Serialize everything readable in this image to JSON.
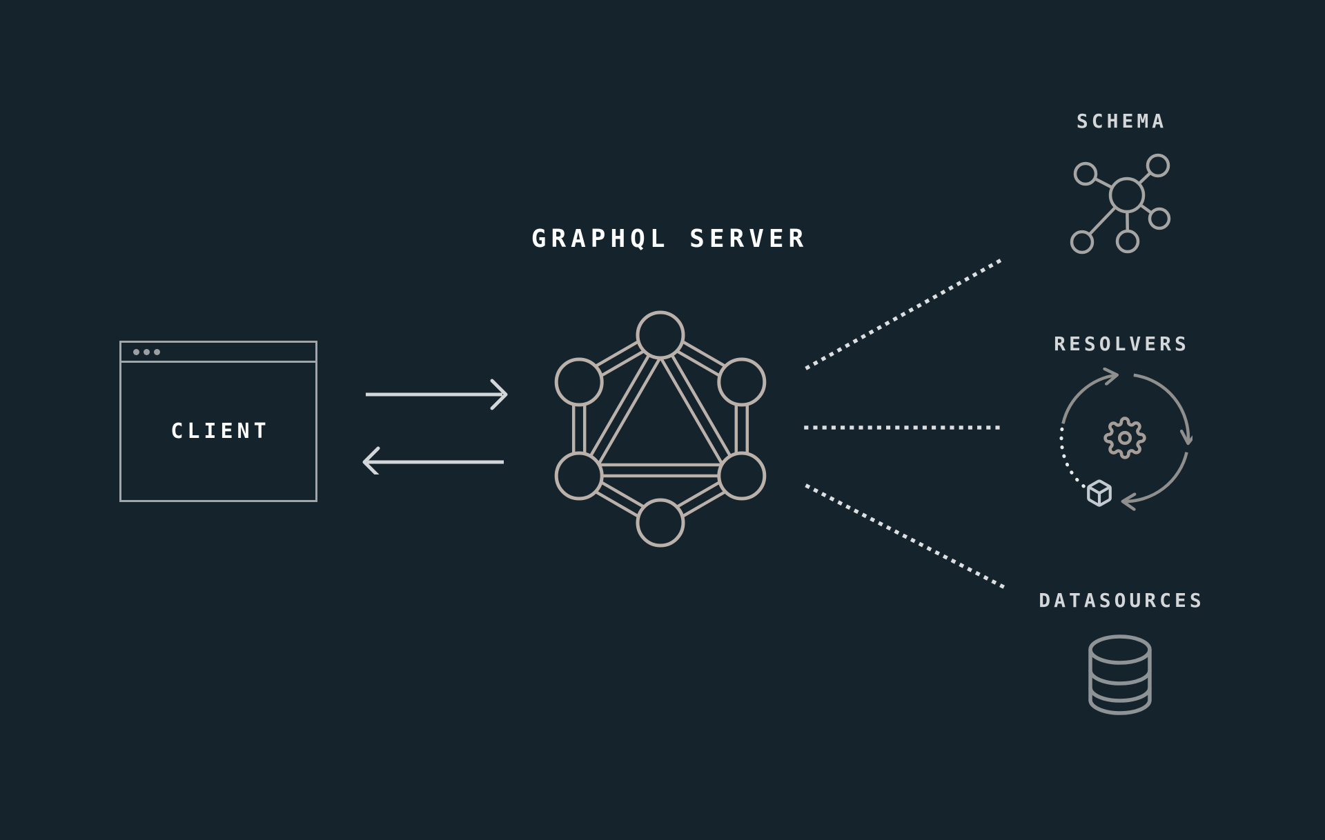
{
  "diagram_title": "GRAPHQL SERVER",
  "client": {
    "label": "CLIENT",
    "icon": "browser-window-icon"
  },
  "server": {
    "title": "GRAPHQL SERVER",
    "icon": "graphql-logo-icon"
  },
  "connections": {
    "client_to_server": "right-arrow",
    "server_to_client": "left-arrow",
    "server_to_targets": "dotted-line"
  },
  "targets": [
    {
      "label": "SCHEMA",
      "icon": "schema-graph-icon"
    },
    {
      "label": "RESOLVERS",
      "icon": "resolvers-cycle-icon"
    },
    {
      "label": "DATASOURCES",
      "icon": "database-icon"
    }
  ],
  "colors": {
    "bg": "#15232c",
    "text-bright": "#fcfdfd",
    "text-muted": "#d3d7d9",
    "window-border": "#a1a5a7",
    "window-dot": "#9ba0a2",
    "arrow": "#d4d7d9",
    "logo": "#bab1ab",
    "schema-icon": "#a5a5a3",
    "cycle-arc": "#8f8f8d",
    "gear": "#a59e98",
    "cube": "#c3cad0",
    "database": "#8e9396",
    "dotted": "#dcdfe1"
  }
}
